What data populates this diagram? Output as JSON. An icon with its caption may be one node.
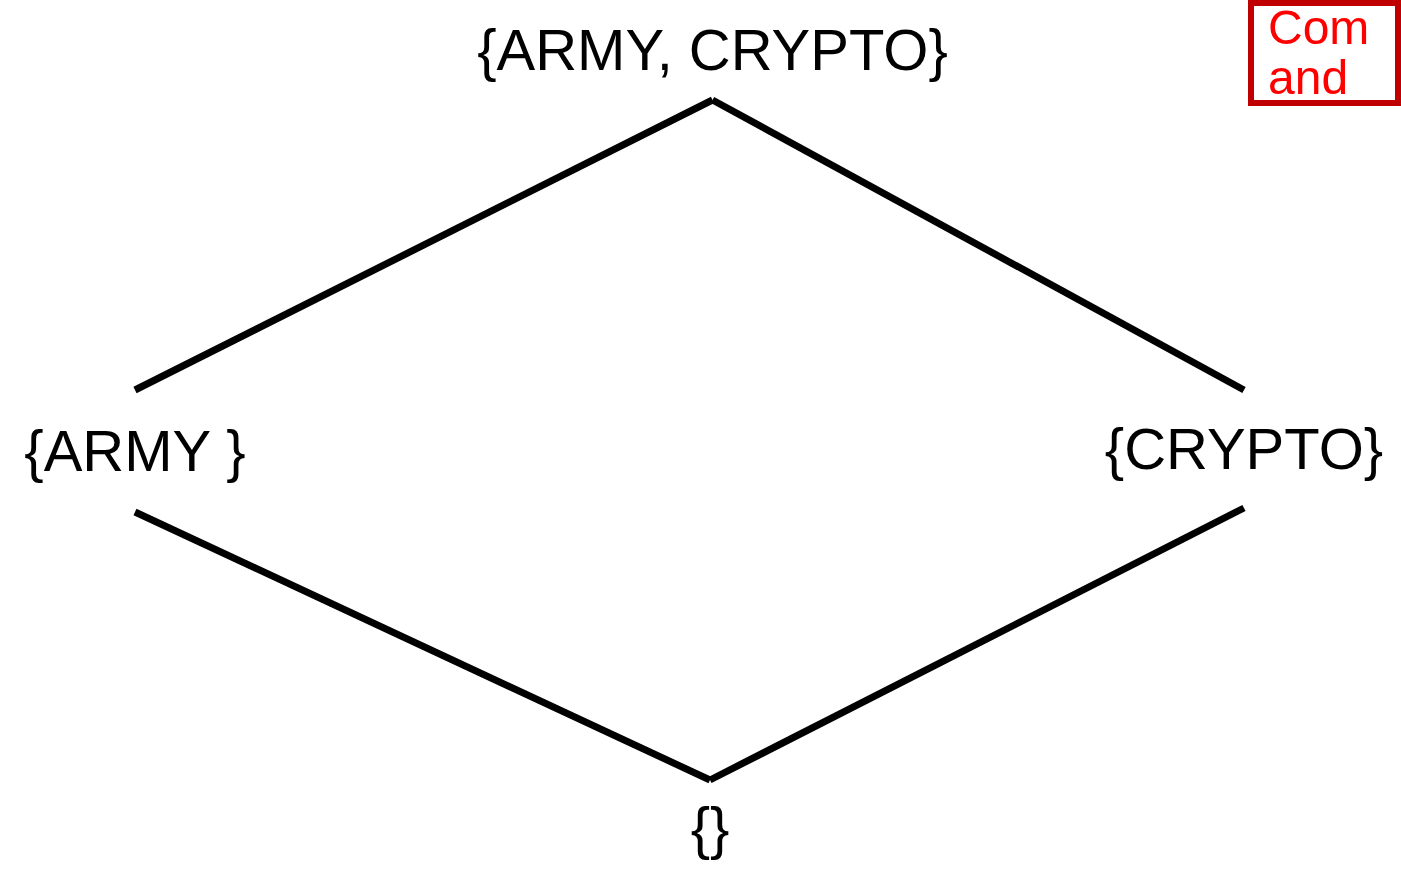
{
  "diagram": {
    "nodes": [
      {
        "text": [
          "{ARMY, CRYPTO}"
        ]
      },
      {
        "text": [
          "{ARMY }"
        ]
      },
      {
        "text": [
          "{CRYPTO}"
        ]
      },
      {
        "text": [
          "{}"
        ]
      },
      {
        "text": [
          "Com and"
        ]
      }
    ],
    "edges": [
      {
        "from": 0,
        "to": 1,
        "arrow": "none"
      },
      {
        "from": 0,
        "to": 2,
        "arrow": "none"
      },
      {
        "from": 1,
        "to": 3,
        "arrow": "none"
      },
      {
        "from": 2,
        "to": 3,
        "arrow": "none"
      }
    ]
  }
}
